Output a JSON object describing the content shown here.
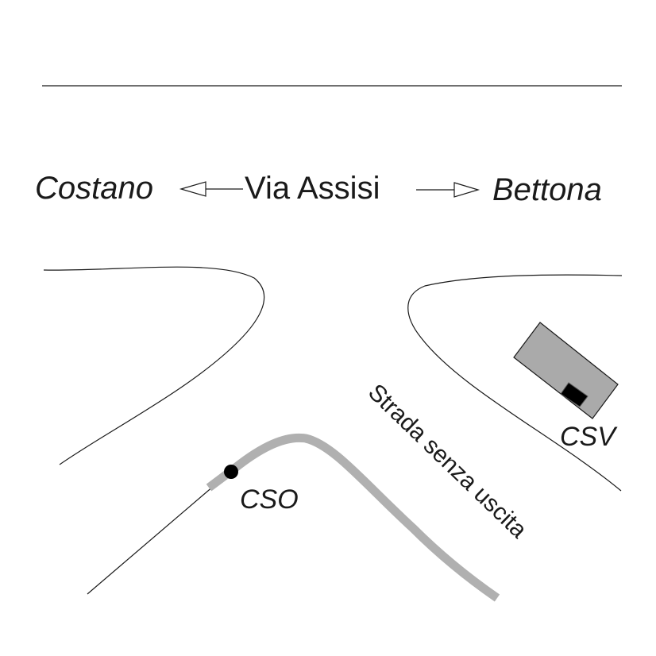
{
  "labels": {
    "west_town": "Costano",
    "main_road": "Via Assisi",
    "east_town": "Bettona",
    "side_road": "Strada senza uscita",
    "building_label": "CSV",
    "point_label": "CSO"
  },
  "colors": {
    "ink": "#1a1a1a",
    "building_fill": "#aaaaaa",
    "pipe": "#b0b0b0"
  }
}
